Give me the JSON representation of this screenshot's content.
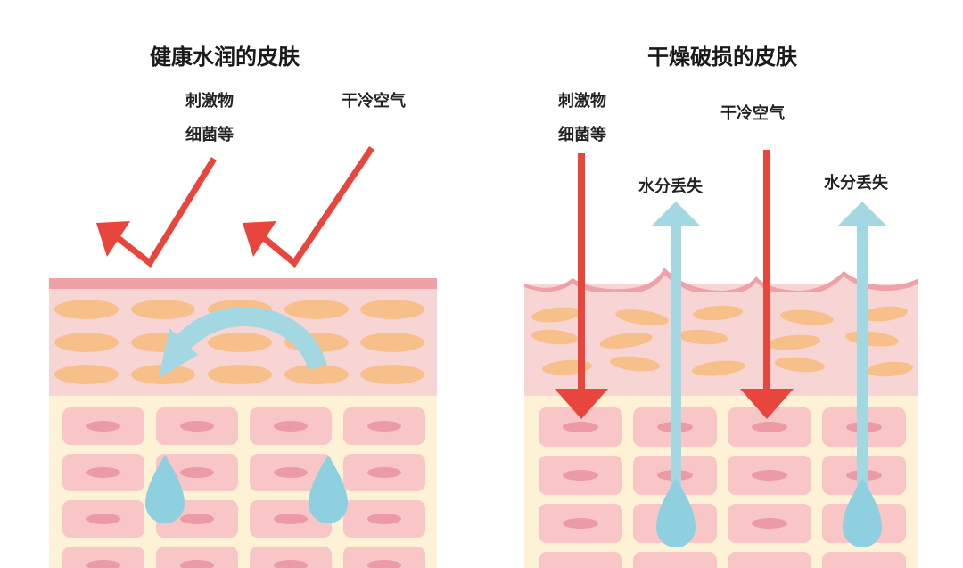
{
  "left_panel": {
    "title": "健康水润的皮肤",
    "label_irritants_line1": "刺激物",
    "label_irritants_line2": "细菌等",
    "label_cold_air": "干冷空气"
  },
  "right_panel": {
    "title": "干燥破损的皮肤",
    "label_irritants_line1": "刺激物",
    "label_irritants_line2": "细菌等",
    "label_cold_air": "干冷空气",
    "label_water_loss_1": "水分丢失",
    "label_water_loss_2": "水分丢失"
  },
  "colors": {
    "red_arrow": "#e8453c",
    "blue_arrow": "#a3d8e3",
    "top_layer_pink": "#f8d5d5",
    "border_pink": "#eea1a6",
    "oval_orange": "#f7c08a",
    "lower_cream": "#fdf2d6",
    "cell_pink": "#f8c6c6",
    "nucleus": "#ec9aa5",
    "drop": "#8fd0e0"
  }
}
